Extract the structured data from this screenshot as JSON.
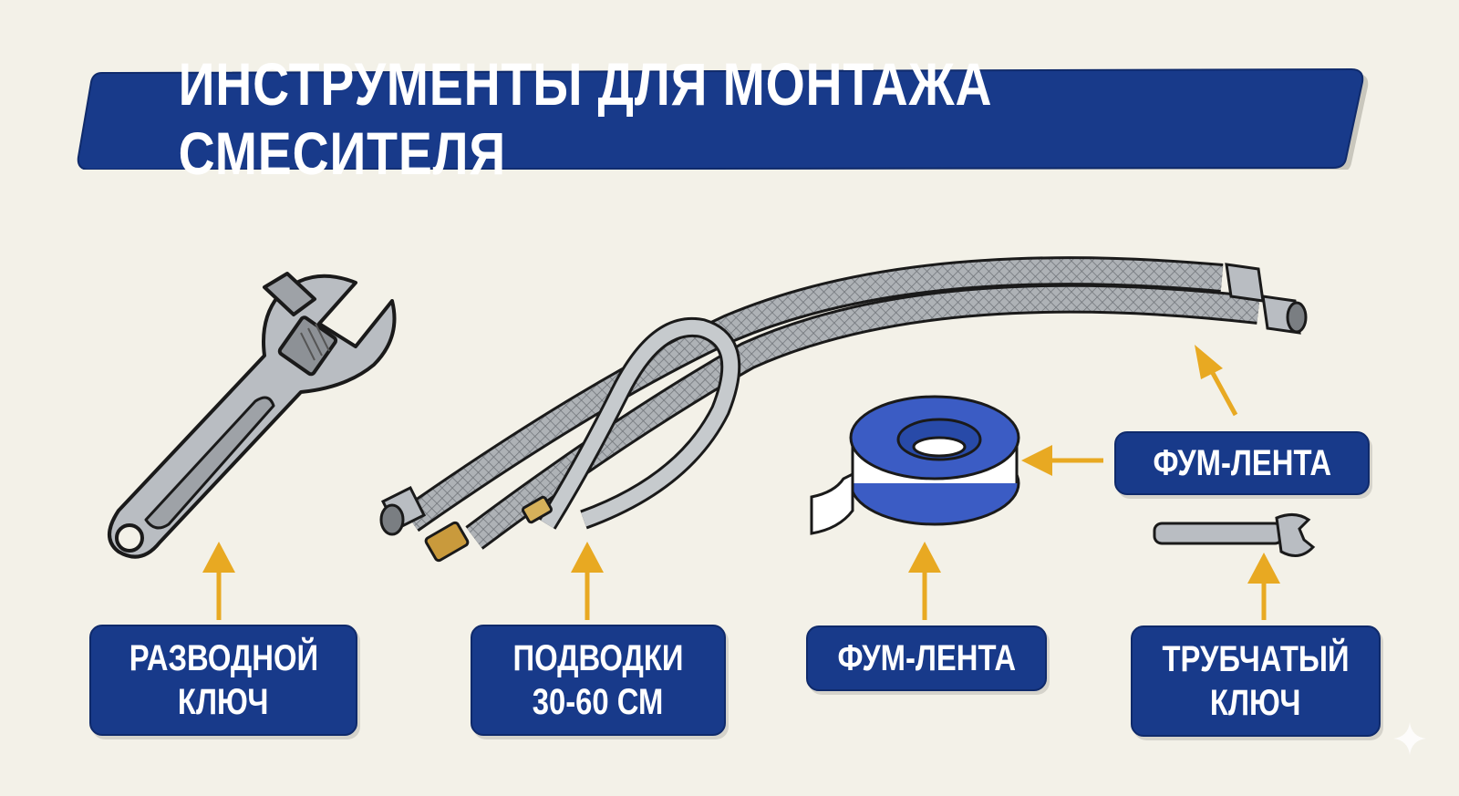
{
  "title": "ИНСТРУМЕНТЫ ДЛЯ МОНТАЖА СМЕСИТЕЛЯ",
  "colors": {
    "background": "#f3f1e8",
    "banner": "#183a8a",
    "label": "#183a8a",
    "arrow": "#e8a922",
    "metal": "#b8bcc0",
    "tape_blue": "#3b5cc4"
  },
  "items": [
    {
      "id": "adjustable-wrench",
      "icon": "adjustable-wrench-icon",
      "label_lines": [
        "РАЗВОДНОЙ",
        "КЛЮЧ"
      ]
    },
    {
      "id": "flex-hoses",
      "icon": "braided-hose-icon",
      "label_lines": [
        "ПОДВОДКИ",
        "30-60 СМ"
      ]
    },
    {
      "id": "ptfe-tape",
      "icon": "ptfe-tape-roll-icon",
      "label_lines": [
        "ФУМ-ЛЕНТА"
      ]
    },
    {
      "id": "tube-wrench",
      "icon": "tube-wrench-icon",
      "label_lines": [
        "ТРУБЧАТЫЙ",
        "КЛЮЧ"
      ]
    },
    {
      "id": "ptfe-tape-right",
      "icon": "ptfe-tape-callout",
      "label_lines": [
        "ФУМ-ЛЕНТА"
      ]
    }
  ]
}
